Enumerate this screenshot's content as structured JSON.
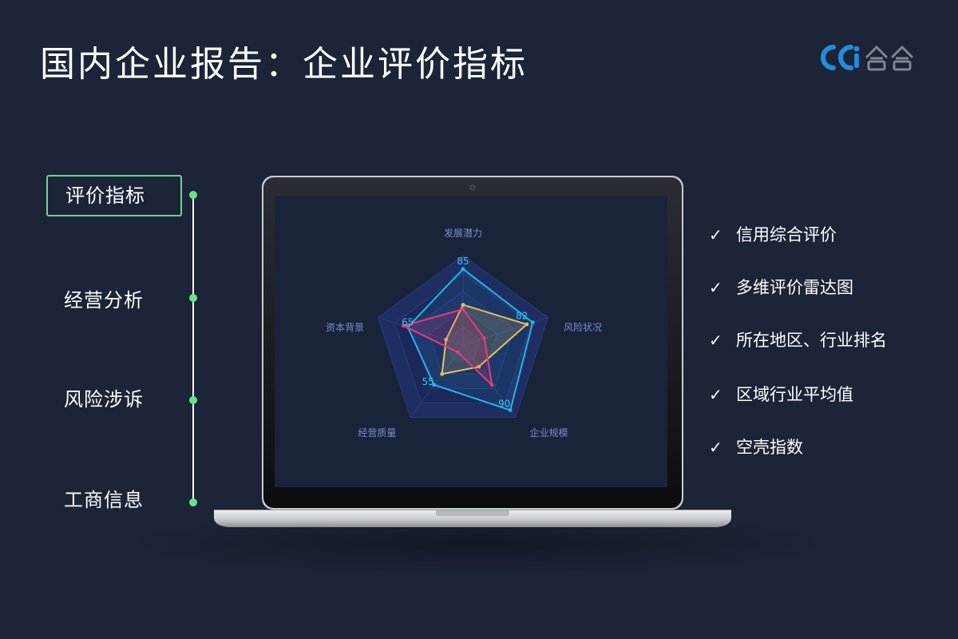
{
  "title": "国内企业报告：企业评价指标",
  "logo": {
    "accent": "#1e8fe0",
    "gray": "#7f8594"
  },
  "nav": {
    "items": [
      {
        "label": "评价指标",
        "active": true
      },
      {
        "label": "经营分析",
        "active": false
      },
      {
        "label": "风险涉诉",
        "active": false
      },
      {
        "label": "工商信息",
        "active": false
      }
    ],
    "active_color": "#6fd48a"
  },
  "features": [
    {
      "icon": "check-icon",
      "mark": "✓",
      "label": "信用综合评价"
    },
    {
      "icon": "check-icon",
      "mark": "✓",
      "label": "多维评价雷达图"
    },
    {
      "icon": "check-icon",
      "mark": "✓",
      "label": "所在地区、行业排名"
    },
    {
      "icon": "check-icon",
      "mark": "✓",
      "label": "区域行业平均值"
    },
    {
      "icon": "check-icon",
      "mark": "✓",
      "label": "空壳指数"
    }
  ],
  "chart_data": {
    "type": "radar",
    "indicators": [
      "发展潜力",
      "风险状况",
      "企业规模",
      "经营质量",
      "资本背景"
    ],
    "max": 100,
    "series": [
      {
        "values": [
          85,
          82,
          90,
          55,
          65
        ],
        "value_labels": [
          "85",
          "82",
          "90",
          "55",
          "65"
        ],
        "color": "#27b3e6"
      },
      {
        "values": [
          45,
          75,
          30,
          40,
          20
        ],
        "color": "#e8c15a"
      },
      {
        "values": [
          40,
          25,
          55,
          10,
          70
        ],
        "color": "#e83a7c"
      }
    ]
  }
}
